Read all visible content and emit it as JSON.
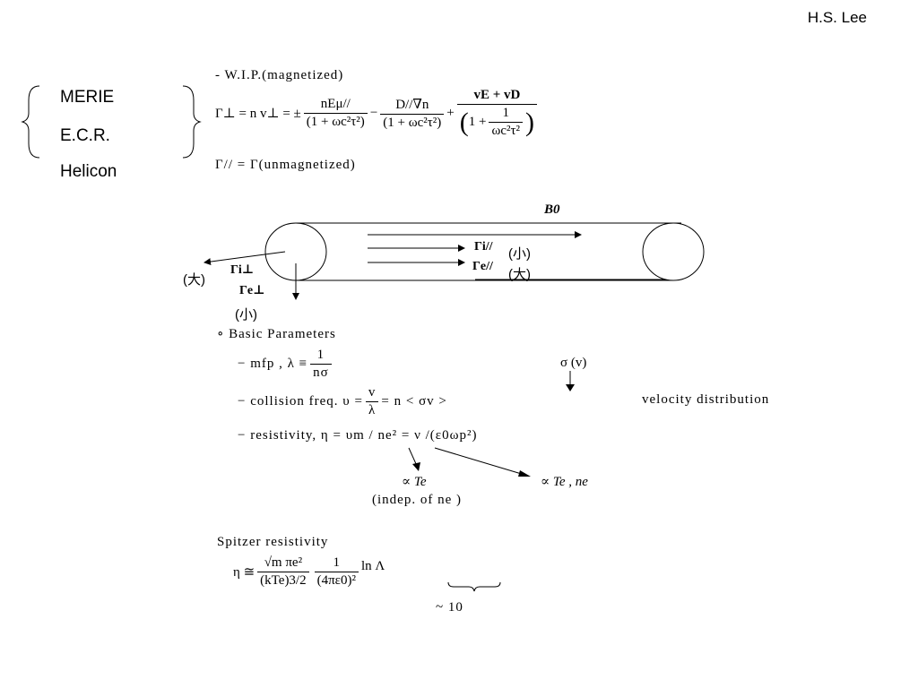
{
  "header": {
    "author": "H.S. Lee"
  },
  "plasma_sources": [
    "MERIE",
    "E.C.R.",
    "Helicon"
  ],
  "wip": {
    "title": "- W.I.P.(magnetized)",
    "gamma_perp_lhs": "Γ⊥ = n v⊥ = ±",
    "term1_num": "nEμ//",
    "term1_den": "(1 + ωc²τ²)",
    "minus": "−",
    "term2_num": "D//∇n",
    "term2_den": "(1 + ωc²τ²)",
    "plus": "+",
    "term3_num": "vE + vD",
    "term3_den_left": "1 +",
    "term3_inner_num": "1",
    "term3_inner_den": "ωc²τ²",
    "gamma_par": "Γ// = Γ(unmagnetized)"
  },
  "diagram": {
    "b0": "B0",
    "gamma_i_par": "Γi//",
    "gamma_i_par_note": "(小)",
    "gamma_e_par": "Γe//",
    "gamma_e_par_note": "(大)",
    "gamma_i_perp": "Γi⊥",
    "gamma_i_perp_note": "(大)",
    "gamma_e_perp": "Γe⊥",
    "gamma_e_perp_note": "(小)"
  },
  "basic": {
    "title": "∘ Basic  Parameters",
    "mfp_label": "− mfp  , λ ≡",
    "mfp_num": "1",
    "mfp_den": "nσ",
    "sigma_v": "σ (v)",
    "coll_label": "− collision  freq.   υ =",
    "coll_num": "v",
    "coll_den": "λ",
    "coll_rest": "= n < σv >",
    "velocity_dist": "velocity  distribution",
    "resist": "− resistivity,     η = υm / ne² = ν /(ε0ωp²)",
    "prop_te": "∝ Te",
    "prop_te_ne": "∝ Te , ne",
    "indep": "(indep.  of  ne )"
  },
  "spitzer": {
    "title": "Spitzer    resistivity",
    "lhs": "η ≅",
    "f1_num": "√m πe²",
    "f1_den": "(kTe)3/2",
    "f2_num": "1",
    "f2_den": "(4πε0)²",
    "ln": "ln Λ",
    "approx": "~ 10"
  }
}
